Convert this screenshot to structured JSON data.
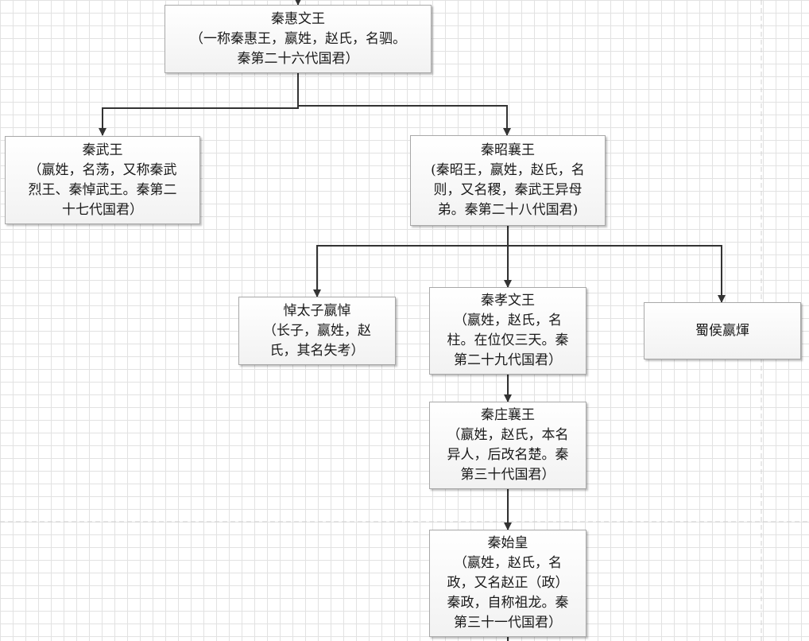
{
  "nodes": {
    "huiwen": {
      "title": "秦惠文王",
      "detail": "（一称秦惠王，嬴姓，赵氏，名驷。\n秦第二十六代国君）"
    },
    "wu": {
      "title": "秦武王",
      "detail": "（嬴姓，名荡，又称秦武\n烈王、秦悼武王。秦第二\n十七代国君）"
    },
    "zhaoxiang": {
      "title": "秦昭襄王",
      "detail": "(秦昭王，嬴姓，赵氏，名\n则，又名稷，秦武王异母\n弟。秦第二十八代国君)"
    },
    "daotaizi": {
      "title": "悼太子嬴悼",
      "detail": "（长子，嬴姓，赵\n氏，其名失考）"
    },
    "xiaowen": {
      "title": "秦孝文王",
      "detail": "（嬴姓，赵氏，名\n柱。在位仅三天。秦\n第二十九代国君）"
    },
    "shuhou": {
      "title": "蜀侯嬴煇",
      "detail": ""
    },
    "zhuangxiang": {
      "title": "秦庄襄王",
      "detail": "（嬴姓，赵氏，本名\n异人，后改名楚。秦\n第三十代国君）"
    },
    "shihuang": {
      "title": "秦始皇",
      "detail": "（嬴姓，赵氏，名\n政，又名赵正（政）\n秦政，自称祖龙。秦\n第三十一代国君）"
    }
  }
}
